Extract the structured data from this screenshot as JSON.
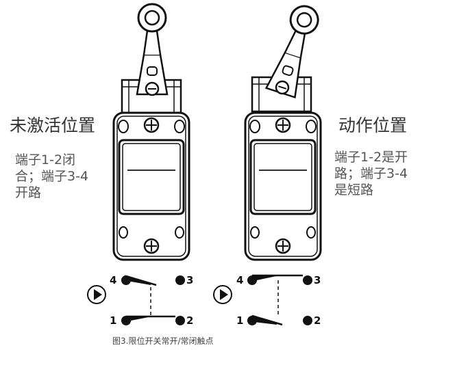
{
  "left": {
    "title": "未激活位置",
    "description": "端子1-2闭合；端子3-4开路"
  },
  "right": {
    "title": "动作位置",
    "description": "端子1-2是开路；端子3-4是短路"
  },
  "terminals": {
    "t1": "1",
    "t2": "2",
    "t3": "3",
    "t4": "4"
  },
  "caption": "图3.限位开关常开/常闭触点",
  "colors": {
    "stroke": "#111111",
    "text": "#333333"
  }
}
